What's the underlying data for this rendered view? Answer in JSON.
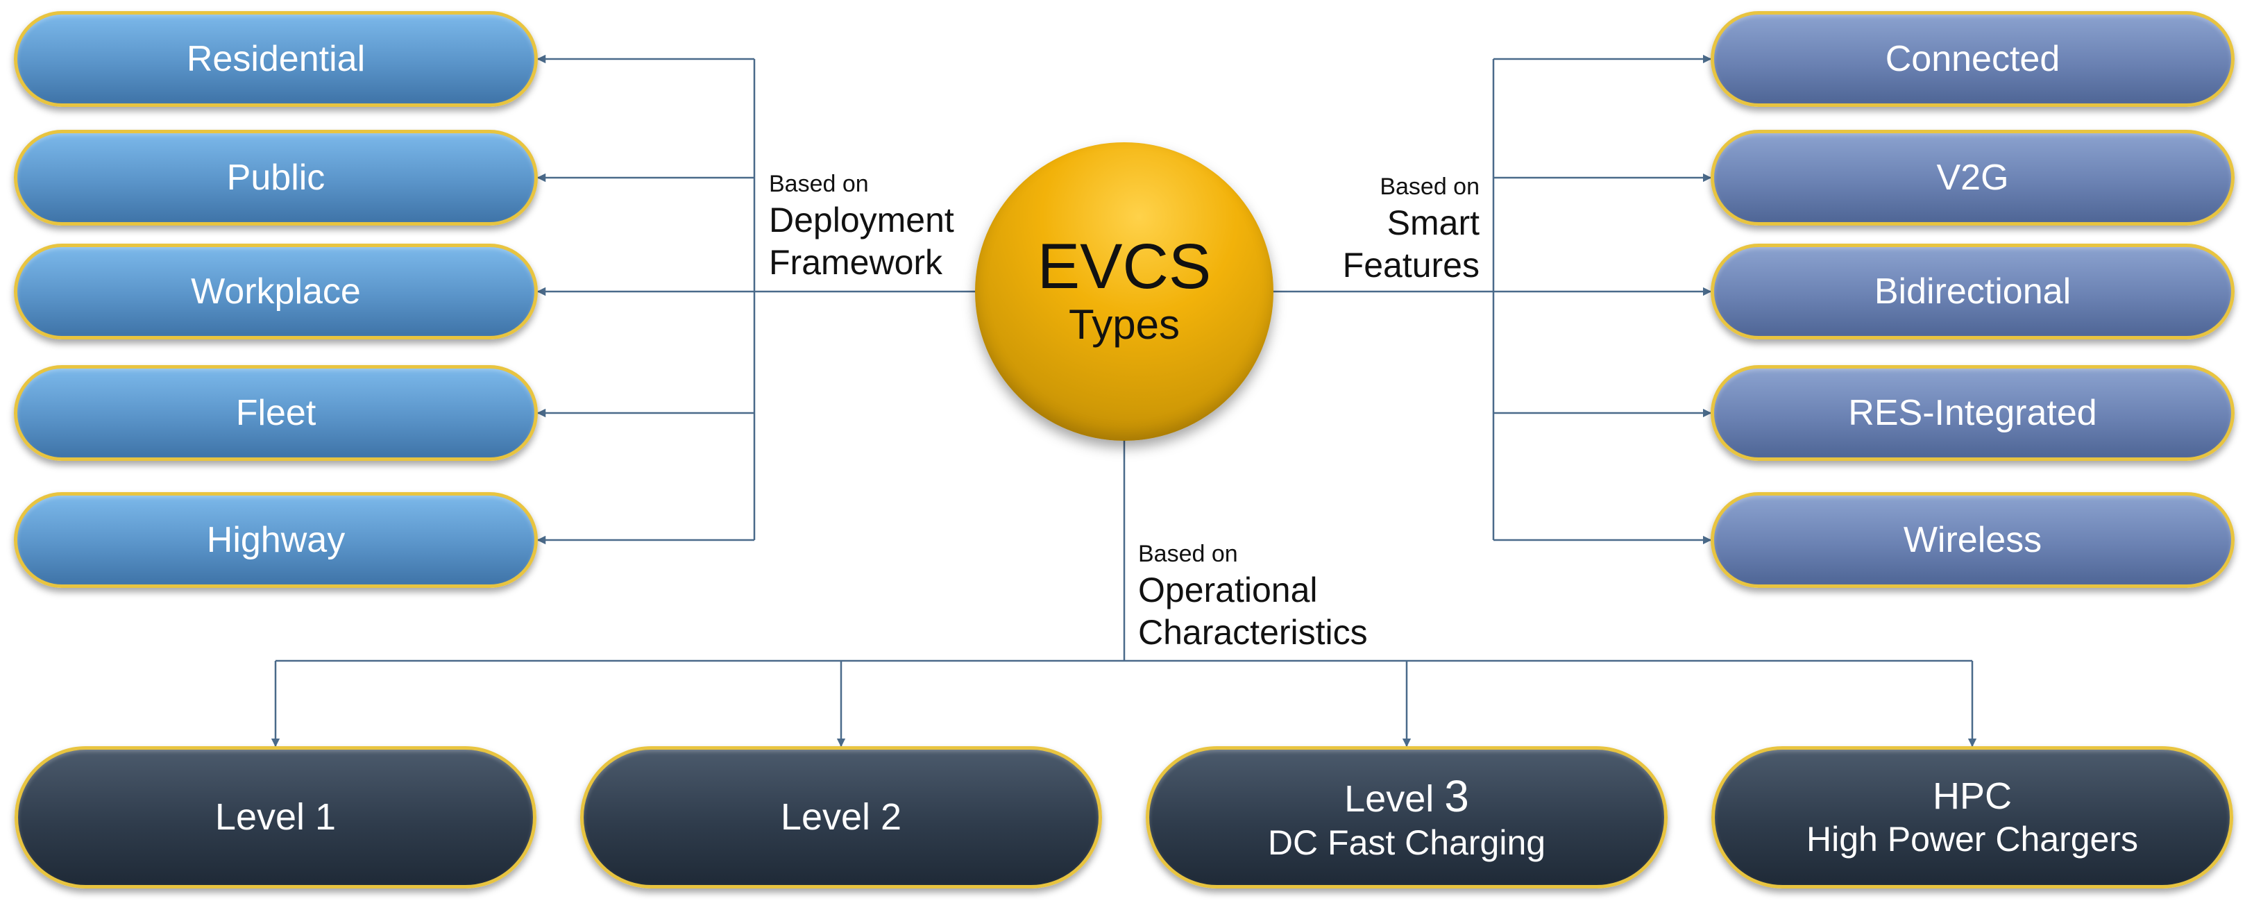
{
  "hub": {
    "title": "EVCS",
    "subtitle": "Types"
  },
  "branches": {
    "deployment": {
      "label_small": "Based on",
      "label_line1": "Deployment",
      "label_line2": "Framework",
      "items": [
        "Residential",
        "Public",
        "Workplace",
        "Fleet",
        "Highway"
      ]
    },
    "smart": {
      "label_small": "Based on",
      "label_line1": "Smart",
      "label_line2": "Features",
      "items": [
        "Connected",
        "V2G",
        "Bidirectional",
        "RES-Integrated",
        "Wireless"
      ]
    },
    "operational": {
      "label_small": "Based on",
      "label_line1": "Operational",
      "label_line2": "Characteristics",
      "items": [
        {
          "main": "Level 1",
          "sub": ""
        },
        {
          "main": "Level 2",
          "sub": ""
        },
        {
          "main": "Level",
          "num": "3",
          "sub": "DC Fast Charging"
        },
        {
          "main": "HPC",
          "sub": "High Power Chargers"
        }
      ]
    }
  },
  "colors": {
    "left_pill": "#5a94c9",
    "right_pill": "#6b82b3",
    "bottom_pill": "#2f3c4c",
    "pill_border": "#e8c440",
    "hub": "#f2b20a",
    "connector": "#4a6a8a"
  }
}
